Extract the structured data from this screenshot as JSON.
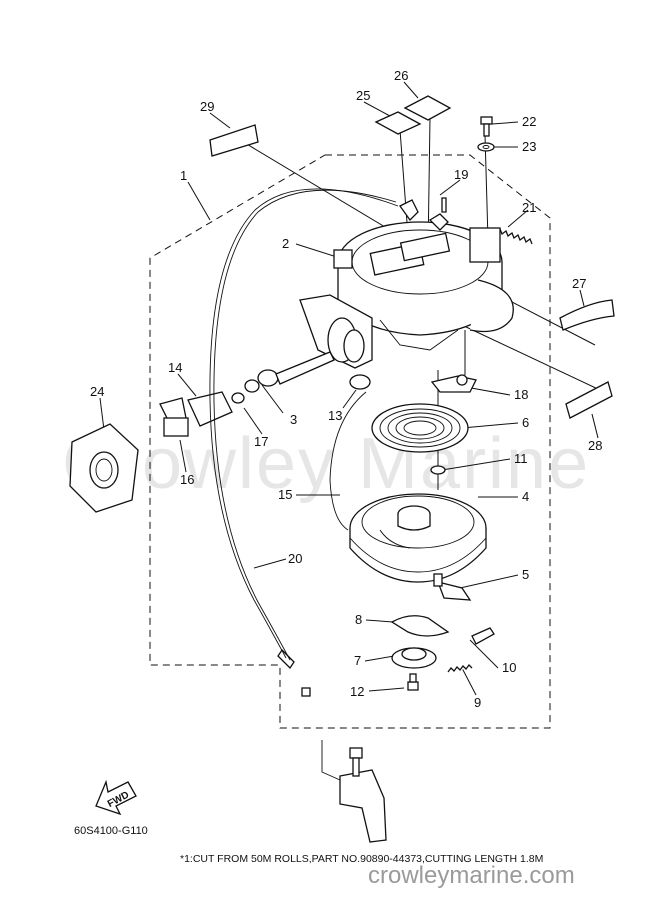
{
  "watermark": "Crowley Marine",
  "watermark_url": "crowleymarine.com",
  "diagram_ref": "60S4100-G110",
  "footnote": "*1:CUT FROM 50M ROLLS,PART NO.90890-44373,CUTTING LENGTH 1.8M",
  "direction_label": "FWD",
  "callouts": [
    {
      "id": "1",
      "label": "1"
    },
    {
      "id": "2",
      "label": "2"
    },
    {
      "id": "3",
      "label": "3"
    },
    {
      "id": "4",
      "label": "4"
    },
    {
      "id": "5",
      "label": "5"
    },
    {
      "id": "6",
      "label": "6"
    },
    {
      "id": "7",
      "label": "7"
    },
    {
      "id": "8",
      "label": "8"
    },
    {
      "id": "9",
      "label": "9"
    },
    {
      "id": "10",
      "label": "10"
    },
    {
      "id": "11",
      "label": "11"
    },
    {
      "id": "12",
      "label": "12"
    },
    {
      "id": "13",
      "label": "13"
    },
    {
      "id": "14",
      "label": "14"
    },
    {
      "id": "15",
      "label": "15"
    },
    {
      "id": "16",
      "label": "16"
    },
    {
      "id": "17",
      "label": "17"
    },
    {
      "id": "18",
      "label": "18"
    },
    {
      "id": "19",
      "label": "19"
    },
    {
      "id": "20",
      "label": "20"
    },
    {
      "id": "21",
      "label": "21"
    },
    {
      "id": "22",
      "label": "22"
    },
    {
      "id": "23",
      "label": "23"
    },
    {
      "id": "24",
      "label": "24"
    },
    {
      "id": "25",
      "label": "25"
    },
    {
      "id": "26",
      "label": "26"
    },
    {
      "id": "27",
      "label": "27"
    },
    {
      "id": "28",
      "label": "28"
    },
    {
      "id": "29",
      "label": "29"
    }
  ]
}
